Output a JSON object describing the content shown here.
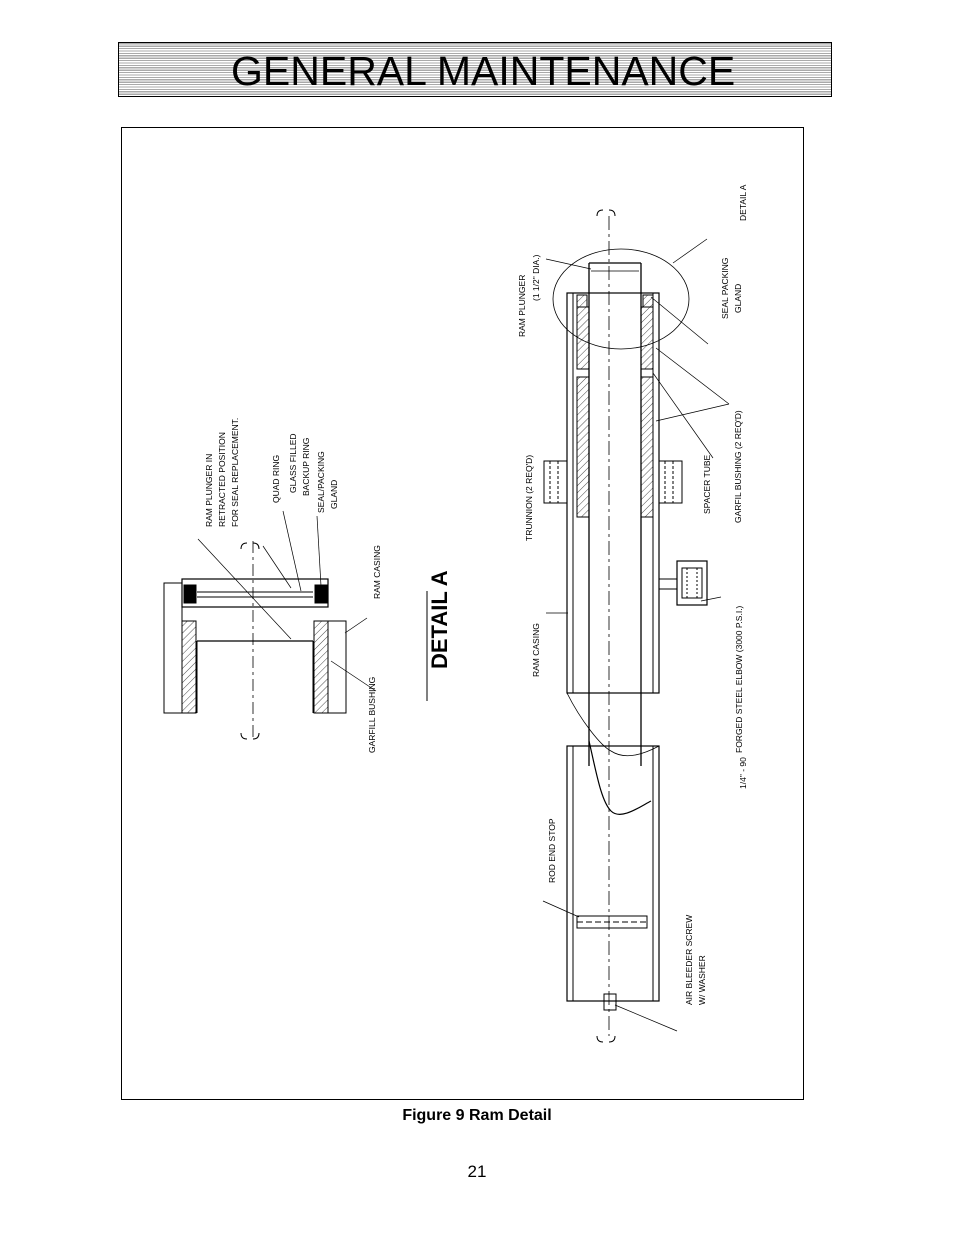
{
  "header": {
    "title": "GENERAL MAINTENANCE"
  },
  "figure": {
    "caption": "Figure 9  Ram Detail",
    "main_view_labels": {
      "detail_a": "DETAIL A",
      "ram_plunger_1": "RAM PLUNGER",
      "ram_plunger_2": "(1 1/2\" DIA.)",
      "seal_packing_1": "SEAL PACKING",
      "seal_packing_2": "GLAND",
      "garfil_bushing": "GARFIL BUSHING (2 REQ'D)",
      "spacer_tube": "SPACER TUBE",
      "trunnion": "TRUNNION (2 REQ'D)",
      "ram_casing": "RAM CASING",
      "elbow_1": "1/4\" - 90",
      "elbow_2": "FORGED STEEL ELBOW (3000 P.S.I.)",
      "rod_end_stop": "ROD END STOP",
      "air_bleeder_1": "AIR BLEEDER SCREW",
      "air_bleeder_2": "W/ WASHER"
    },
    "detail_view": {
      "title": "DETAIL A",
      "ram_plunger_1": "RAM PLUNGER IN",
      "ram_plunger_2": "RETRACTED POSITION",
      "ram_plunger_3": "FOR SEAL REPLACEMENT.",
      "quad_ring": "QUAD RING",
      "glass_filled_1": "GLASS FILLED",
      "glass_filled_2": "BACKUP RING",
      "seal_packing_1": "SEAL/PACKING",
      "seal_packing_2": "GLAND",
      "ram_casing": "RAM CASING",
      "garfill_bushing": "GARFILL BUSHING"
    }
  },
  "page_number": "21"
}
